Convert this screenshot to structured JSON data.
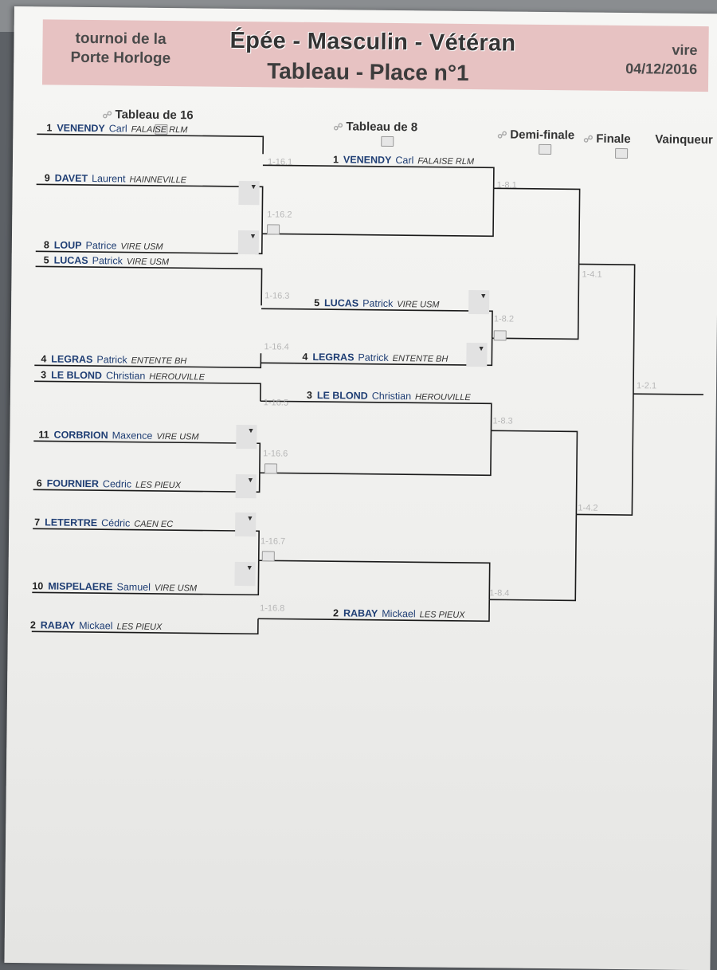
{
  "header": {
    "club_line1": "tournoi de la",
    "club_line2": "Porte Horloge",
    "event": "Épée - Masculin - Vétéran",
    "subtitle": "Tableau - Place n°1",
    "city": "vire",
    "date": "04/12/2016"
  },
  "rounds": {
    "r16": "Tableau de 16",
    "r8": "Tableau de 8",
    "semi": "Demi-finale",
    "final": "Finale",
    "winner": "Vainqueur"
  },
  "tableau16": [
    {
      "seed": "1",
      "last": "VENENDY",
      "first": "Carl",
      "club": "FALAISE RLM"
    },
    {
      "seed": "9",
      "last": "DAVET",
      "first": "Laurent",
      "club": "HAINNEVILLE"
    },
    {
      "seed": "8",
      "last": "LOUP",
      "first": "Patrice",
      "club": "VIRE USM"
    },
    {
      "seed": "5",
      "last": "LUCAS",
      "first": "Patrick",
      "club": "VIRE USM"
    },
    {
      "seed": "4",
      "last": "LEGRAS",
      "first": "Patrick",
      "club": "ENTENTE BH"
    },
    {
      "seed": "3",
      "last": "LE BLOND",
      "first": "Christian",
      "club": "HEROUVILLE"
    },
    {
      "seed": "11",
      "last": "CORBRION",
      "first": "Maxence",
      "club": "VIRE USM"
    },
    {
      "seed": "6",
      "last": "FOURNIER",
      "first": "Cedric",
      "club": "LES PIEUX"
    },
    {
      "seed": "7",
      "last": "LETERTRE",
      "first": "Cédric",
      "club": "CAEN EC"
    },
    {
      "seed": "10",
      "last": "MISPELAERE",
      "first": "Samuel",
      "club": "VIRE USM"
    },
    {
      "seed": "2",
      "last": "RABAY",
      "first": "Mickael",
      "club": "LES PIEUX"
    }
  ],
  "tableau8": [
    {
      "seed": "1",
      "last": "VENENDY",
      "first": "Carl",
      "club": "FALAISE RLM"
    },
    {
      "seed": "5",
      "last": "LUCAS",
      "first": "Patrick",
      "club": "VIRE USM"
    },
    {
      "seed": "4",
      "last": "LEGRAS",
      "first": "Patrick",
      "club": "ENTENTE BH"
    },
    {
      "seed": "3",
      "last": "LE BLOND",
      "first": "Christian",
      "club": "HEROUVILLE"
    },
    {
      "seed": "2",
      "last": "RABAY",
      "first": "Mickael",
      "club": "LES PIEUX"
    }
  ],
  "match_ids": {
    "r16": [
      "1-16.1",
      "1-16.2",
      "1-16.3",
      "1-16.4",
      "1-16.5",
      "1-16.6",
      "1-16.7",
      "1-16.8"
    ],
    "r8": [
      "1-8.1",
      "1-8.2",
      "1-8.3",
      "1-8.4"
    ],
    "semi": [
      "1-4.1",
      "1-4.2"
    ],
    "final": [
      "1-2.1"
    ]
  }
}
